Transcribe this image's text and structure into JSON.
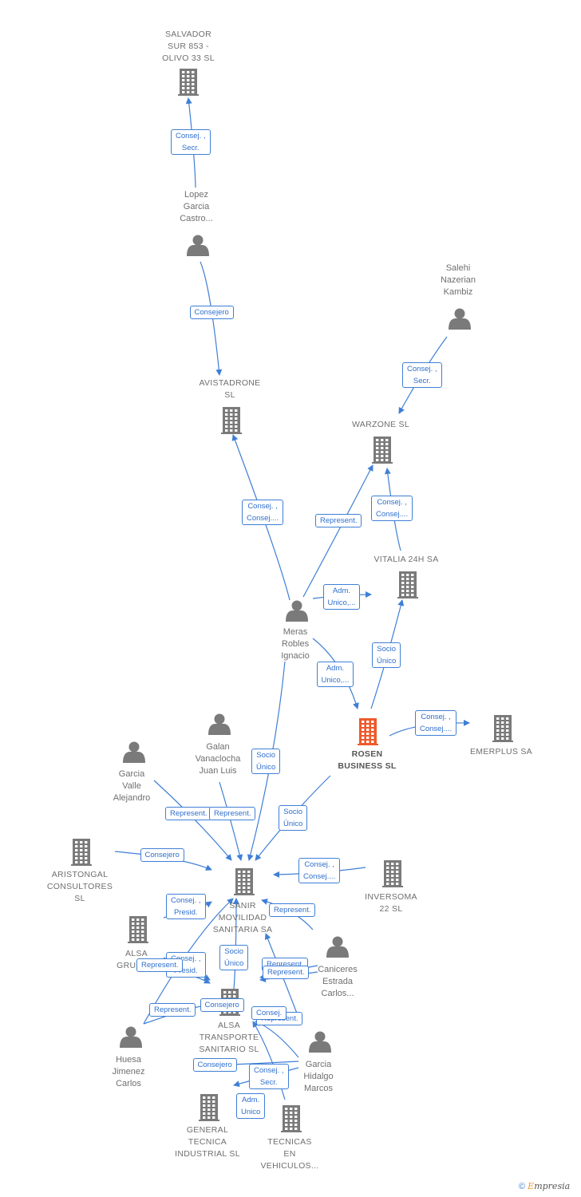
{
  "colors": {
    "edge": "#3f7fd6",
    "node_icon": "#7a7a7a",
    "focus_icon": "#ee5a2c",
    "label_text": "#6f6f6f"
  },
  "nodes": [
    {
      "id": "salvador",
      "kind": "company",
      "lines": [
        "SALVADOR",
        "SUR 853 -",
        "OLIVO 33  SL"
      ]
    },
    {
      "id": "lopez",
      "kind": "person",
      "lines": [
        "Lopez",
        "Garcia",
        "Castro..."
      ]
    },
    {
      "id": "avistadrone",
      "kind": "company",
      "lines": [
        "AVISTADRONE",
        "SL"
      ]
    },
    {
      "id": "salehi",
      "kind": "person",
      "lines": [
        "Salehi",
        "Nazerian",
        "Kambiz"
      ]
    },
    {
      "id": "warzone",
      "kind": "company",
      "lines": [
        "WARZONE  SL"
      ]
    },
    {
      "id": "vitalia",
      "kind": "company",
      "lines": [
        "VITALIA 24H SA"
      ]
    },
    {
      "id": "meras",
      "kind": "person",
      "lines": [
        "Meras",
        "Robles",
        "Ignacio"
      ]
    },
    {
      "id": "rosen",
      "kind": "focus",
      "lines": [
        "ROSEN",
        "BUSINESS  SL"
      ]
    },
    {
      "id": "emerplus",
      "kind": "company",
      "lines": [
        "EMERPLUS SA"
      ]
    },
    {
      "id": "galan",
      "kind": "person",
      "lines": [
        "Galan",
        "Vanaclocha",
        "Juan Luis"
      ]
    },
    {
      "id": "garcia_valle",
      "kind": "person",
      "lines": [
        "Garcia",
        "Valle",
        "Alejandro"
      ]
    },
    {
      "id": "aristongal",
      "kind": "company",
      "lines": [
        "ARISTONGAL",
        "CONSULTORES",
        "SL"
      ]
    },
    {
      "id": "sanir",
      "kind": "company",
      "lines": [
        "SANIR",
        "MOVILIDAD",
        "SANITARIA SA"
      ]
    },
    {
      "id": "inversoma",
      "kind": "company",
      "lines": [
        "INVERSOMA",
        "22  SL"
      ]
    },
    {
      "id": "alsa_grupo",
      "kind": "company",
      "lines": [
        "ALSA",
        "GRUPO..."
      ]
    },
    {
      "id": "caniceres",
      "kind": "person",
      "lines": [
        "Caniceres",
        "Estrada",
        "Carlos..."
      ]
    },
    {
      "id": "alsa_transporte",
      "kind": "company",
      "lines": [
        "ALSA",
        "TRANSPORTE",
        "SANITARIO  SL"
      ]
    },
    {
      "id": "huesa",
      "kind": "person",
      "lines": [
        "Huesa",
        "Jimenez",
        "Carlos"
      ]
    },
    {
      "id": "garcia_hidalgo",
      "kind": "person",
      "lines": [
        "Garcia",
        "Hidalgo",
        "Marcos"
      ]
    },
    {
      "id": "general_tecnica",
      "kind": "company",
      "lines": [
        "GENERAL",
        "TECNICA",
        "INDUSTRIAL SL"
      ]
    },
    {
      "id": "tecnicas",
      "kind": "company",
      "lines": [
        "TECNICAS",
        "EN",
        "VEHICULOS..."
      ]
    }
  ],
  "edges": [
    {
      "from": "lopez",
      "to": "salvador",
      "label": [
        "Consej. ,",
        "Secr."
      ]
    },
    {
      "from": "lopez",
      "to": "avistadrone",
      "label": [
        "Consejero"
      ]
    },
    {
      "from": "salehi",
      "to": "warzone",
      "label": [
        "Consej. ,",
        "Secr."
      ]
    },
    {
      "from": "meras",
      "to": "avistadrone",
      "label": [
        "Consej. ,",
        "Consej...."
      ]
    },
    {
      "from": "meras",
      "to": "warzone",
      "label": [
        "Represent."
      ]
    },
    {
      "from": "vitalia",
      "to": "warzone",
      "label": [
        "Consej. ,",
        "Consej...."
      ]
    },
    {
      "from": "meras",
      "to": "vitalia",
      "label": [
        "Adm.",
        "Unico,..."
      ]
    },
    {
      "from": "meras",
      "to": "rosen",
      "label": [
        "Adm.",
        "Unico,..."
      ]
    },
    {
      "from": "rosen",
      "to": "vitalia",
      "label": [
        "Socio",
        "Único"
      ]
    },
    {
      "from": "rosen",
      "to": "emerplus",
      "label": [
        "Consej. ,",
        "Consej...."
      ]
    },
    {
      "from": "meras",
      "to": "sanir",
      "label": [
        "Socio",
        "Único"
      ]
    },
    {
      "from": "rosen",
      "to": "sanir",
      "label": [
        "Socio",
        "Único"
      ]
    },
    {
      "from": "garcia_valle",
      "to": "sanir",
      "label": [
        "Represent."
      ]
    },
    {
      "from": "galan",
      "to": "sanir",
      "label": [
        "Represent."
      ]
    },
    {
      "from": "aristongal",
      "to": "sanir",
      "label": [
        "Consejero"
      ]
    },
    {
      "from": "inversoma",
      "to": "sanir",
      "label": [
        "Consej. ,",
        "Consej...."
      ]
    },
    {
      "from": "alsa_grupo",
      "to": "sanir",
      "label": [
        "Consej. ,",
        "Presid."
      ]
    },
    {
      "from": "caniceres",
      "to": "sanir",
      "label": [
        "Represent."
      ]
    },
    {
      "from": "alsa_transporte",
      "to": "sanir",
      "label": [
        "Socio",
        "Único"
      ]
    },
    {
      "from": "alsa_grupo",
      "to": "alsa_transporte",
      "label": [
        "Consej. ,",
        "Presid."
      ]
    },
    {
      "from": "alsa_grupo",
      "to": "alsa_transporte",
      "label": [
        "Represent."
      ]
    },
    {
      "from": "caniceres",
      "to": "alsa_transporte",
      "label": [
        "Represent."
      ]
    },
    {
      "from": "caniceres",
      "to": "alsa_transporte",
      "label": [
        "Represent."
      ]
    },
    {
      "from": "huesa",
      "to": "sanir",
      "label": [
        "Represent."
      ]
    },
    {
      "from": "huesa",
      "to": "alsa_transporte",
      "label": [
        "Consejero"
      ]
    },
    {
      "from": "garcia_hidalgo",
      "to": "sanir",
      "label": [
        "Represent."
      ]
    },
    {
      "from": "garcia_hidalgo",
      "to": "alsa_transporte",
      "label": [
        "Consej."
      ]
    },
    {
      "from": "garcia_hidalgo",
      "to": "alsa_transporte",
      "label": [
        "Consejero"
      ]
    },
    {
      "from": "garcia_hidalgo",
      "to": "general_tecnica",
      "label": [
        "Consej. ,",
        "Secr."
      ]
    },
    {
      "from": "tecnicas",
      "to": "alsa_transporte",
      "label": [
        "Adm.",
        "Unico"
      ]
    }
  ],
  "footer": {
    "copyright": "©",
    "brand_first": "E",
    "brand_rest": "mpresia"
  }
}
